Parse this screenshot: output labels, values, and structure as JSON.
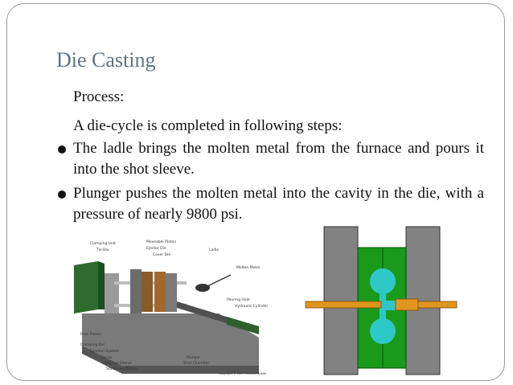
{
  "slide": {
    "title": "Die Casting",
    "process_label": "Process:",
    "intro": "A die-cycle is completed in following steps:",
    "bullets": [
      "The ladle brings the molten metal from the furnace and pours it into the shot sleeve.",
      "Plunger pushes the molten metal into the cavity in the die, with a pressure of nearly 9800 psi."
    ]
  },
  "machine_illustration": {
    "labels": [
      "Clamping Unit",
      "Tie Bar",
      "Moveable Platen",
      "Ejector Die",
      "Cover Die",
      "Ladle",
      "Molten Metal",
      "Pouring Hole",
      "Hydraulic Cylinder",
      "Rear Platen",
      "Clamping Bar",
      "Ejection System",
      "Sprue",
      "Injection Sleeve",
      "Stationary Platen",
      "Plunger",
      "Shot Chamber"
    ],
    "copyright": "Copyright © 2007 CustomPartNet"
  },
  "colors": {
    "title": "#5f7380",
    "platen_gray": "#808080",
    "die_green": "#1a9a1a",
    "cavity_cyan": "#2ec8c8",
    "plunger_orange": "#e0961e"
  }
}
